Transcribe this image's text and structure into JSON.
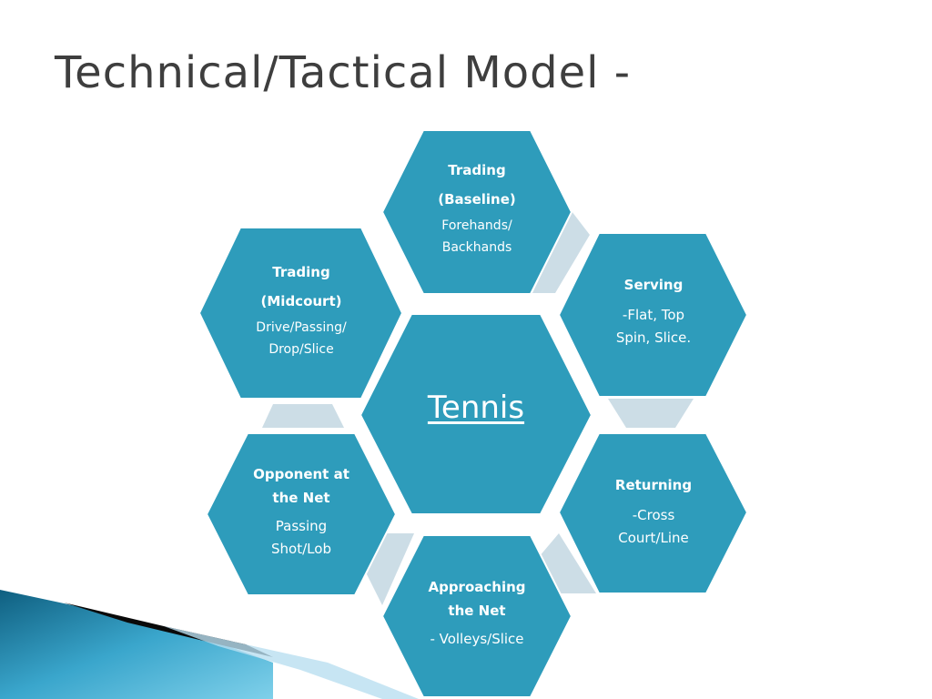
{
  "title": "Technical/Tactical Model -",
  "center": {
    "label": "Tennis"
  },
  "hexagons": [
    {
      "id": "trading-baseline",
      "heading_lines": [
        "Trading",
        "(Baseline)"
      ],
      "detail_lines": [
        "Forehands/",
        "Backhands"
      ]
    },
    {
      "id": "serving",
      "heading_lines": [
        "Serving"
      ],
      "detail_lines": [
        "-Flat, Top",
        "Spin, Slice."
      ]
    },
    {
      "id": "returning",
      "heading_lines": [
        "Returning"
      ],
      "detail_lines": [
        "-Cross",
        "Court/Line"
      ]
    },
    {
      "id": "approaching-net",
      "heading_lines": [
        "Approaching",
        "the Net"
      ],
      "detail_lines": [
        "- Volleys/Slice"
      ]
    },
    {
      "id": "opponent-at-net",
      "heading_lines": [
        "Opponent at",
        "the Net"
      ],
      "detail_lines": [
        "Passing",
        "Shot/Lob"
      ]
    },
    {
      "id": "trading-midcourt",
      "heading_lines": [
        "Trading",
        "(Midcourt)"
      ],
      "detail_lines": [
        "Drive/Passing/",
        "Drop/Slice"
      ]
    }
  ],
  "colors": {
    "hex_fill": "#2e9cbb",
    "hex_stroke": "#ffffff",
    "connector": "#ccdde6",
    "title_text": "#3e3e3e",
    "accent_dark": "#0e5470",
    "accent_light": "#5cc2e3"
  }
}
